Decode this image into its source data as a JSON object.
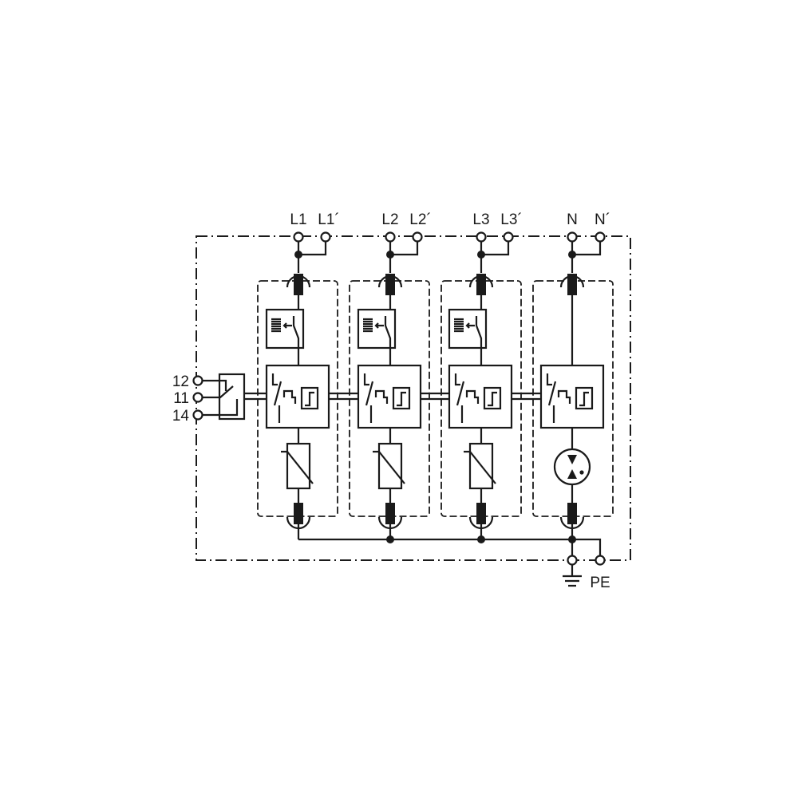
{
  "terminals_top": [
    {
      "main": "L1",
      "through": "L1´"
    },
    {
      "main": "L2",
      "through": "L2´"
    },
    {
      "main": "L3",
      "through": "L3´"
    },
    {
      "main": "N",
      "through": "N´"
    }
  ],
  "remote_contact": [
    "12",
    "11",
    "14"
  ],
  "earth_terminal": {
    "pe_label": "PE",
    "symbol": "earth-ground"
  },
  "modules": [
    {
      "line": "L1",
      "arrester": "varistor",
      "thermal_indicator": true
    },
    {
      "line": "L2",
      "arrester": "varistor",
      "thermal_indicator": true
    },
    {
      "line": "L3",
      "arrester": "varistor",
      "thermal_indicator": true
    },
    {
      "line": "N",
      "arrester": "spark-gap",
      "thermal_indicator": false
    }
  ],
  "colors": {
    "ink": "#1a1a1a",
    "background": "#ffffff"
  }
}
